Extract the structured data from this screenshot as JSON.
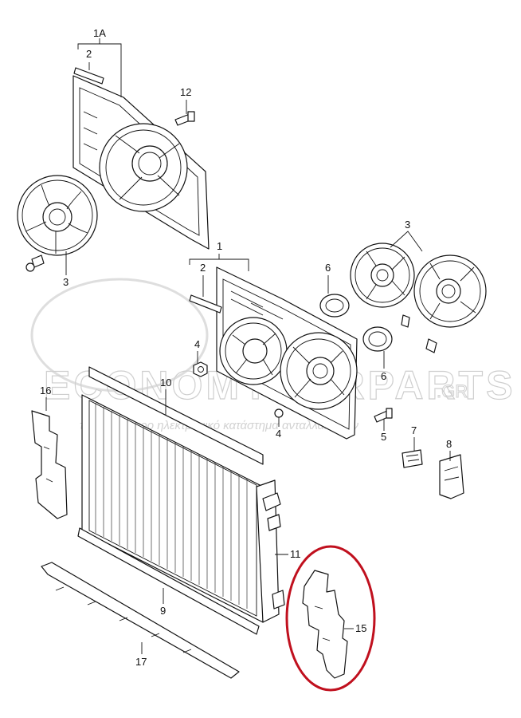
{
  "diagram": {
    "labels": {
      "frame_upper": "1A",
      "frame_main": "1",
      "seal_upper": "2",
      "seal_main": "2",
      "fan_left": "3",
      "fans_right": "3",
      "nut_a": "4",
      "nut_b": "4",
      "bolt_right": "5",
      "ring_top": "6",
      "ring_bottom": "6",
      "clip": "7",
      "bracket": "8",
      "seal_strip": "9",
      "top_strip": "10",
      "radiator": "11",
      "bolt_top": "12",
      "air_guide_right": "15",
      "air_guide_left": "16",
      "lower_deflector": "17"
    },
    "watermark": {
      "title": "ECONOMYCARPARTS",
      "suffix": ".GR",
      "subtitle": "το μεγαλύτερο ηλεκτρονικό κατάστημα ανταλλακτικών"
    },
    "highlight_color": "#c0101e"
  }
}
